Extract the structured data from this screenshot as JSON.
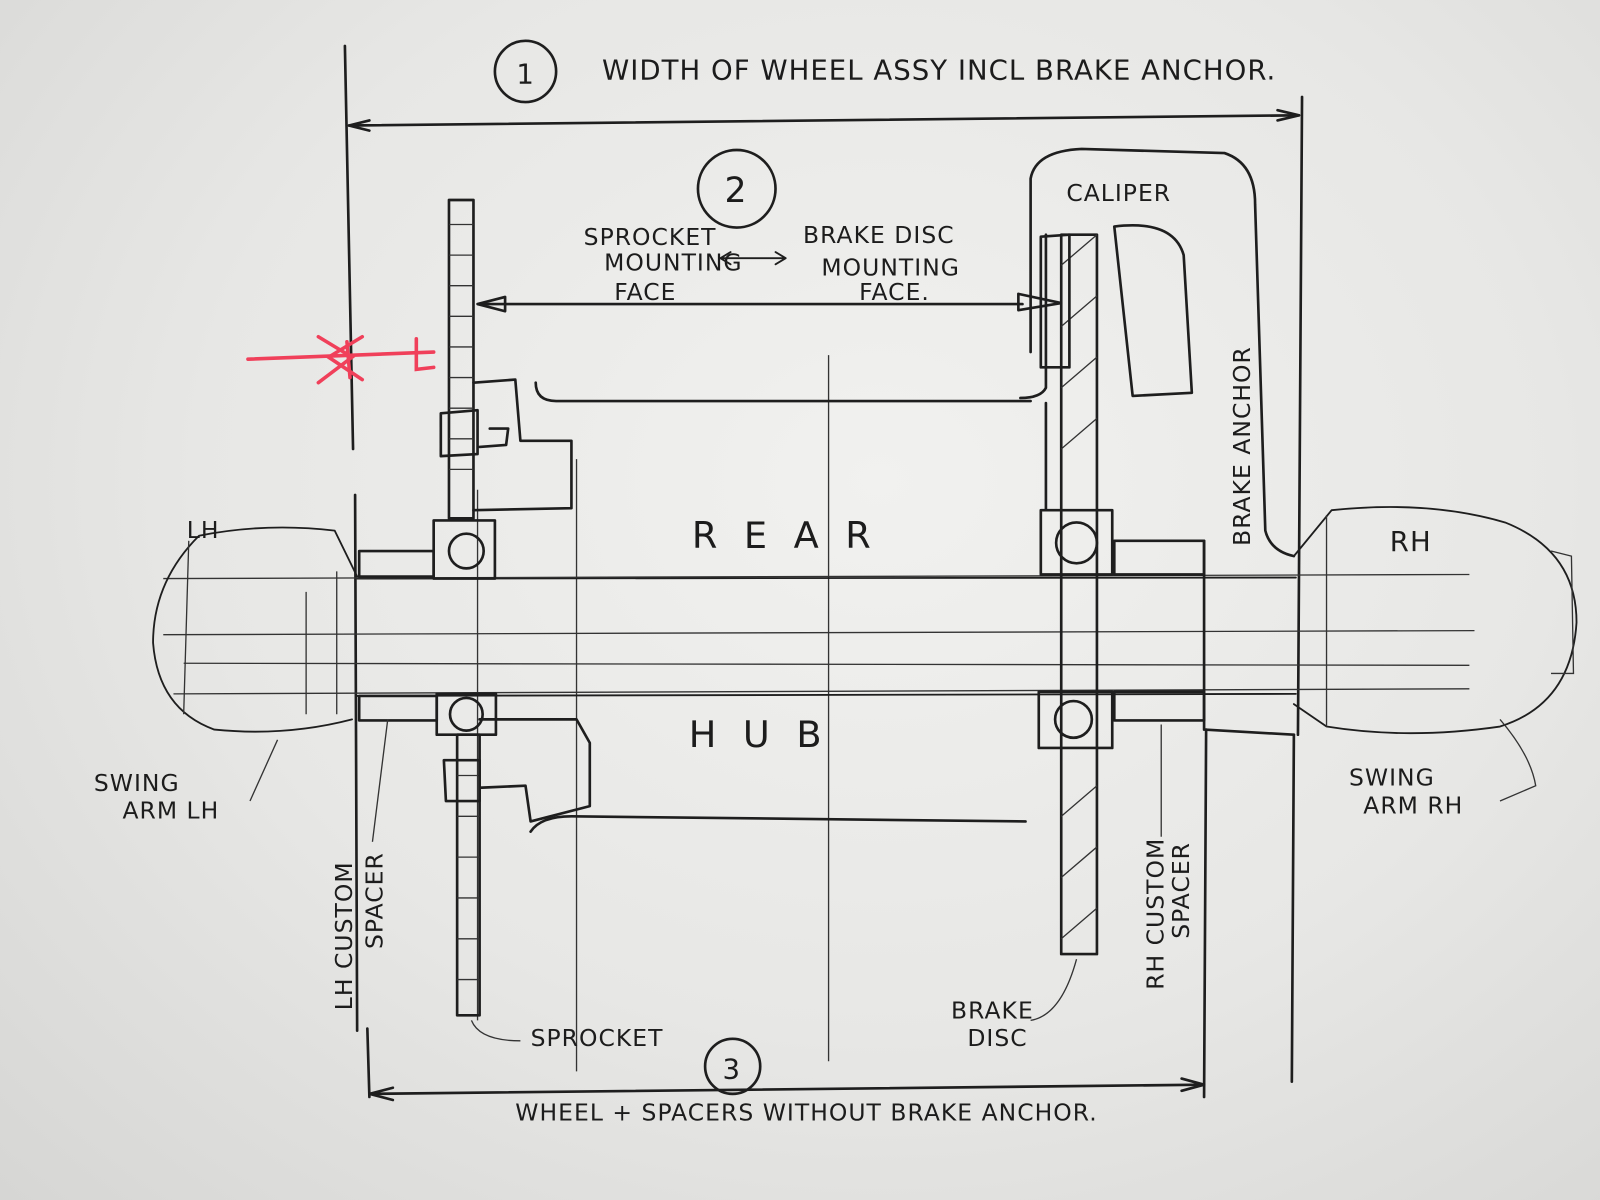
{
  "dimensions": [
    {
      "number": "1",
      "label": "WIDTH OF WHEEL ASSY INCL BRAKE ANCHOR."
    },
    {
      "number": "2",
      "label": ""
    },
    {
      "number": "3",
      "label": "WHEEL + SPACERS WITHOUT BRAKE ANCHOR."
    }
  ],
  "labels": {
    "sprocket_face": [
      "SPROCKET",
      "MOUNTING",
      "FACE"
    ],
    "disc_face": [
      "BRAKE DISC",
      "MOUNTING",
      "FACE."
    ],
    "caliper": "CALIPER",
    "brake_anchor": "BRAKE ANCHOR",
    "rear": "REAR",
    "hub": "HUB",
    "lh": "LH",
    "rh": "RH",
    "swing_arm_lh": [
      "SWING",
      "ARM LH"
    ],
    "swing_arm_rh": [
      "SWING",
      "ARM RH"
    ],
    "lh_spacer": [
      "LH CUSTOM",
      "SPACER"
    ],
    "rh_spacer": [
      "RH CUSTOM",
      "SPACER"
    ],
    "sprocket": "SPROCKET",
    "brake_disc": [
      "BRAKE",
      "DISC"
    ]
  },
  "colors": {
    "ink": "#1e1e1e",
    "correction": "#f0405a",
    "paper": "#e9e9e7"
  }
}
